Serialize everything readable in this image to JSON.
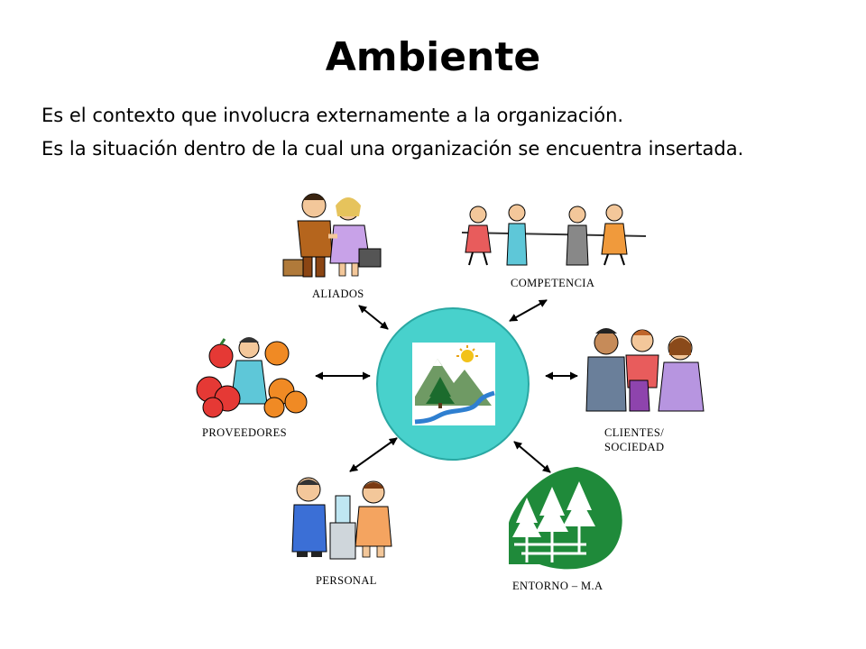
{
  "title": "Ambiente",
  "lines": [
    "Es el contexto que involucra externamente a la organización.",
    "Es la situación dentro de la cual una organización se encuentra insertada."
  ],
  "nodes": {
    "aliados": "ALIADOS",
    "competencia": "COMPETENCIA",
    "proveedores": "PROVEEDORES",
    "clientes_1": "CLIENTES/",
    "clientes_2": "SOCIEDAD",
    "personal": "PERSONAL",
    "entorno": "ENTORNO – M.A"
  },
  "icons": {
    "center": "mountain-landscape-icon",
    "aliados": "handshake-icon",
    "competencia": "tug-of-war-icon",
    "proveedores": "fruit-vendor-icon",
    "clientes": "family-group-icon",
    "personal": "water-cooler-icon",
    "entorno": "forest-icon"
  },
  "colors": {
    "circle": "#48d1cc",
    "arrow": "#000000",
    "forest": "#1f8a3a"
  }
}
